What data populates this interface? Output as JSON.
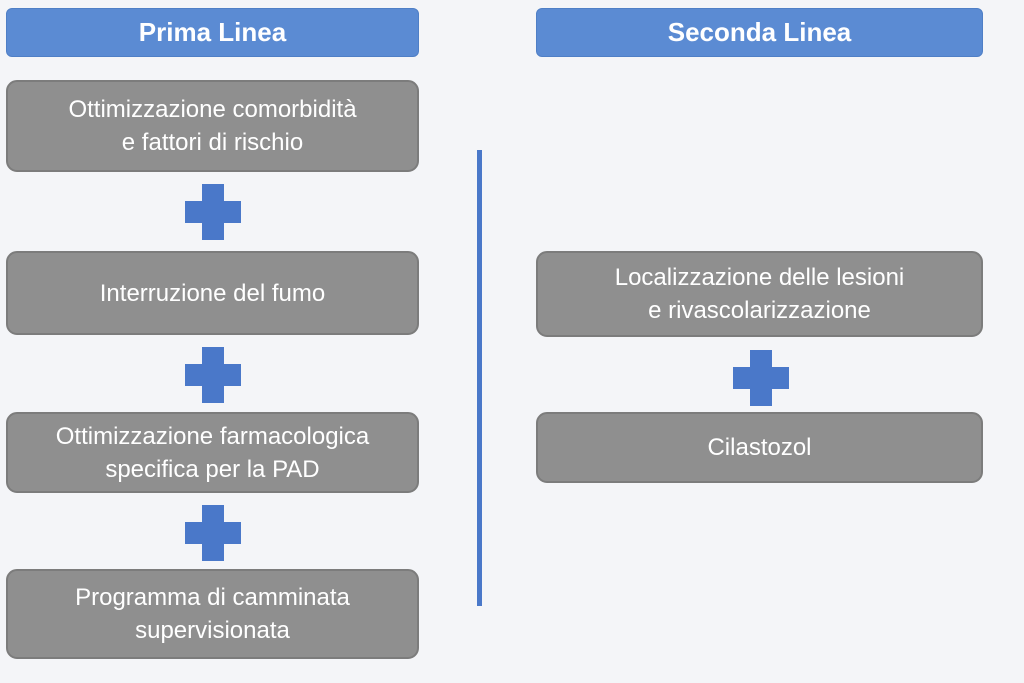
{
  "columns": {
    "first_line": {
      "title": "Prima Linea",
      "steps": [
        "Ottimizzazione comorbidità\ne fattori di rischio",
        "Interruzione del fumo",
        "Ottimizzazione farmacologica\nspecifica per la PAD",
        "Programma di camminata\nsupervisionata"
      ]
    },
    "second_line": {
      "title": "Seconda Linea",
      "steps": [
        "Localizzazione delle lesioni\ne rivascolarizzazione",
        "Cilastozol"
      ]
    }
  },
  "colors": {
    "header_fill": "#5b8bd3",
    "box_fill": "#8f8f8f",
    "connector": "#4a78c9",
    "text": "#ffffff"
  },
  "icons": [
    "plus-icon",
    "divider-line"
  ]
}
